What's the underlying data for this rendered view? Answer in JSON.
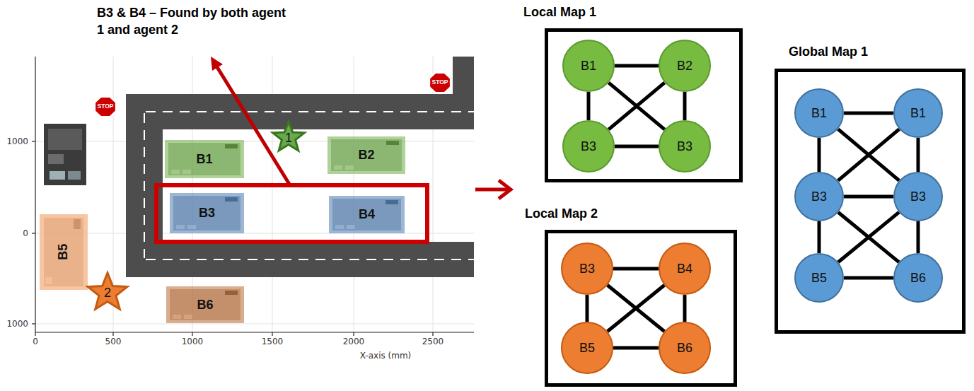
{
  "diagram": {
    "nodes": [
      {
        "text": [
          "STOP"
        ]
      },
      {
        "text": [
          "STOP"
        ]
      },
      {
        "text": [
          "1"
        ]
      },
      {
        "text": [
          "B1"
        ]
      },
      {
        "text": [
          "B2"
        ]
      },
      {
        "text": [
          "B3"
        ]
      },
      {
        "text": [
          "B4"
        ]
      },
      {
        "text": [
          "B5"
        ]
      },
      {
        "text": [
          "2"
        ]
      },
      {
        "text": [
          "B6"
        ]
      },
      {
        "text": [
          "Local Map 1"
        ]
      },
      {
        "text": [
          "B1"
        ],
        "in": 10
      },
      {
        "text": [
          "B2"
        ],
        "in": 10
      },
      {
        "text": [
          "B3"
        ],
        "in": 10
      },
      {
        "text": [
          "B3"
        ],
        "in": 10
      },
      {
        "text": [
          "Local Map 2"
        ]
      },
      {
        "text": [
          "B3"
        ],
        "in": 15
      },
      {
        "text": [
          "B4"
        ],
        "in": 15
      },
      {
        "text": [
          "B5"
        ],
        "in": 15
      },
      {
        "text": [
          "B6"
        ],
        "in": 15
      },
      {
        "text": [
          "Global Map 1"
        ]
      },
      {
        "text": [
          "B1"
        ],
        "in": 20
      },
      {
        "text": [
          "B1"
        ],
        "in": 20
      },
      {
        "text": [
          "B3"
        ],
        "in": 20
      },
      {
        "text": [
          "B3"
        ],
        "in": 20
      },
      {
        "text": [
          "B5"
        ],
        "in": 20
      },
      {
        "text": [
          "B6"
        ],
        "in": 20
      }
    ],
    "edges": [
      {
        "from": 11,
        "to": 12,
        "arrow": "none"
      },
      {
        "from": 11,
        "to": 13,
        "arrow": "none"
      },
      {
        "from": 12,
        "to": 14,
        "arrow": "none"
      },
      {
        "from": 13,
        "to": 14,
        "arrow": "none"
      },
      {
        "from": 11,
        "to": 14,
        "arrow": "none"
      },
      {
        "from": 12,
        "to": 13,
        "arrow": "none"
      },
      {
        "from": 16,
        "to": 17,
        "arrow": "none"
      },
      {
        "from": 16,
        "to": 18,
        "arrow": "none"
      },
      {
        "from": 17,
        "to": 19,
        "arrow": "none"
      },
      {
        "from": 18,
        "to": 19,
        "arrow": "none"
      },
      {
        "from": 16,
        "to": 19,
        "arrow": "none"
      },
      {
        "from": 17,
        "to": 18,
        "arrow": "none"
      },
      {
        "from": 21,
        "to": 22,
        "arrow": "none"
      },
      {
        "from": 21,
        "to": 23,
        "arrow": "none"
      },
      {
        "from": 22,
        "to": 24,
        "arrow": "none"
      },
      {
        "from": 21,
        "to": 24,
        "arrow": "none"
      },
      {
        "from": 22,
        "to": 23,
        "arrow": "none"
      },
      {
        "from": 23,
        "to": 24,
        "arrow": "none"
      },
      {
        "from": 23,
        "to": 25,
        "arrow": "none"
      },
      {
        "from": 24,
        "to": 26,
        "arrow": "none"
      },
      {
        "from": 23,
        "to": 26,
        "arrow": "none"
      },
      {
        "from": 24,
        "to": 25,
        "arrow": "none"
      },
      {
        "from": 25,
        "to": 26,
        "arrow": "none"
      }
    ],
    "labels": [
      "B3 & B4 – Found by both agent 1 and agent 2",
      "1000",
      "0",
      "1000",
      "0",
      "500",
      "1000",
      "1500",
      "2000",
      "2500",
      "X-axis (mm)"
    ]
  }
}
